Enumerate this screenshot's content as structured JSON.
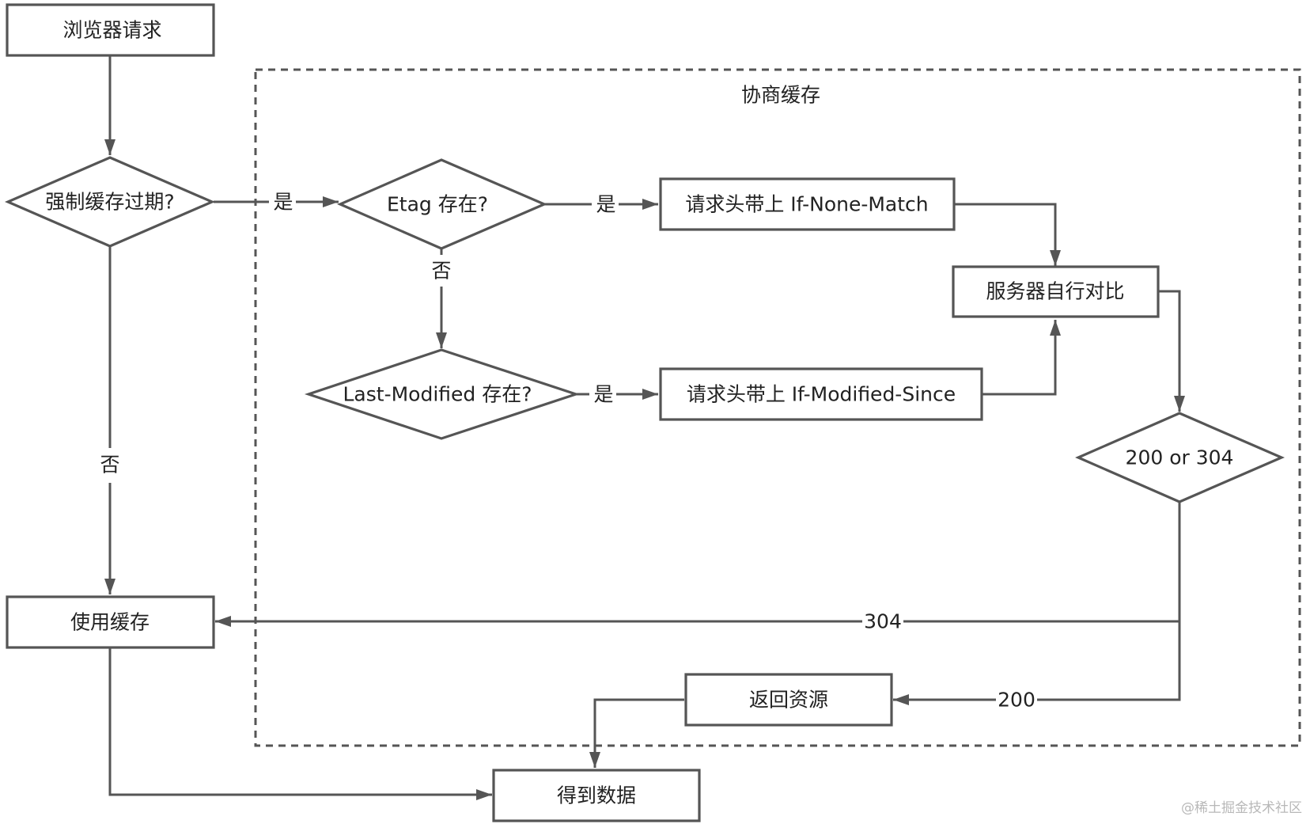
{
  "group": {
    "title": "协商缓存"
  },
  "nodes": {
    "browser_request": "浏览器请求",
    "force_cache_expired": "强制缓存过期?",
    "etag_exists": "Etag 存在?",
    "last_modified_exists": "Last-Modified 存在?",
    "header_if_none_match": "请求头带上 If-None-Match",
    "header_if_modified_since": "请求头带上 If-Modified-Since",
    "server_compare": "服务器自行对比",
    "status_200_or_304": "200 or 304",
    "use_cache": "使用缓存",
    "return_resource": "返回资源",
    "get_data": "得到数据"
  },
  "edge_labels": {
    "expired_yes": "是",
    "expired_no": "否",
    "etag_yes": "是",
    "etag_no": "否",
    "last_modified_yes": "是",
    "status_304": "304",
    "status_200": "200"
  },
  "watermark": "@稀土掘金技术社区",
  "colors": {
    "stroke": "#555555",
    "text": "#222222",
    "background": "#ffffff"
  }
}
